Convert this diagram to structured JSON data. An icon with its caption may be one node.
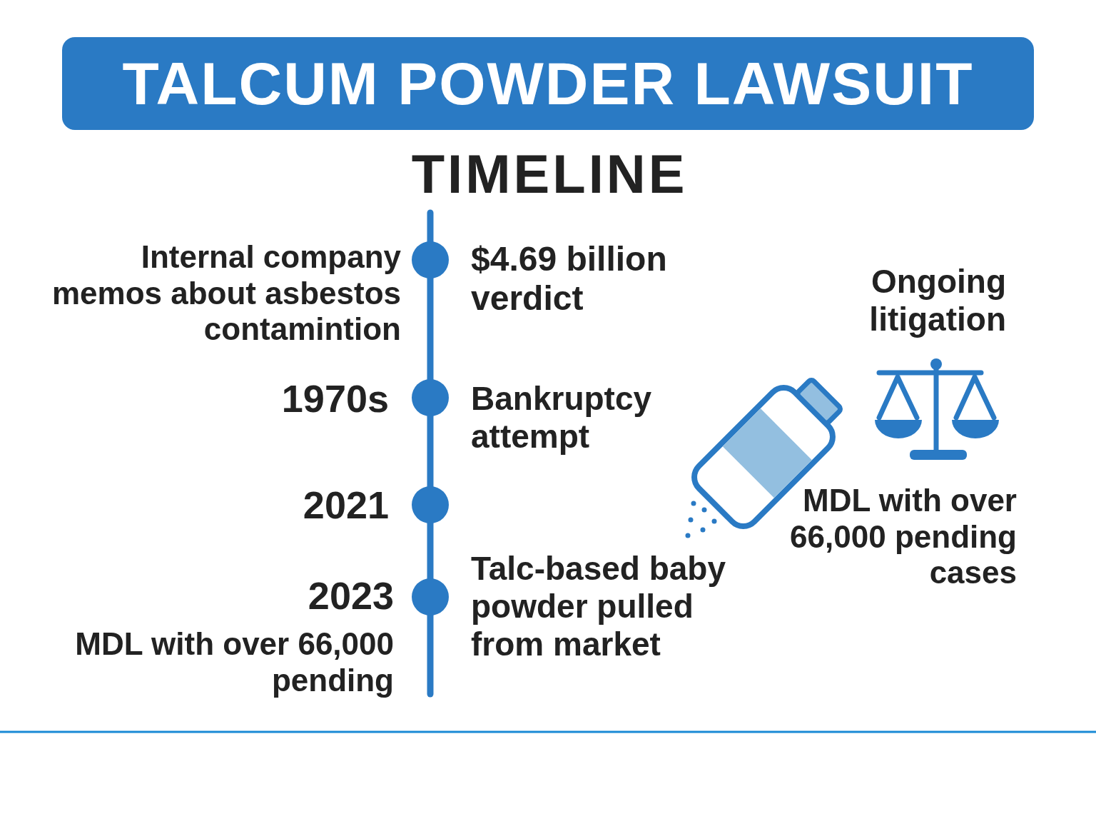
{
  "diagram": {
    "title": "TALCUM POWDER LAWSUIT",
    "labels": [
      "TIMELINE",
      "Internal company memos about asbestos contamintion",
      "$4.69 billion verdict",
      "Ongoing litigation",
      "1970s",
      "Bankruptcy attempt",
      "2021",
      "MDL with over 66,000 pending cases",
      "Talc-based baby powder pulled from market",
      "2023",
      "MDL with over 66,000 pending"
    ]
  }
}
